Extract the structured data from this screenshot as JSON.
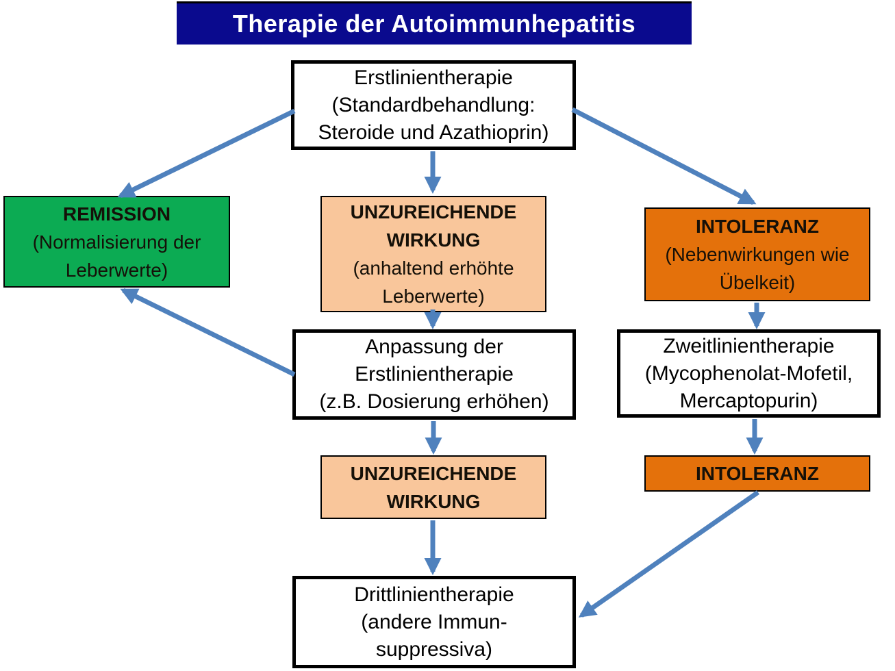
{
  "title": "Therapie der Autoimmunhepatitis",
  "colors": {
    "title_bg": "#0A0A8E",
    "title_text": "#FFFFFF",
    "remission_green": "#0CAB53",
    "insufficient_peach": "#F9C69B",
    "intolerance_orange": "#E4710B",
    "arrow_blue": "#4F81BD",
    "box_border": "#000000"
  },
  "nodes": {
    "first_line_therapy": {
      "lines": [
        "Erstlinientherapie",
        "(Standardbehandlung:",
        "Steroide und Azathioprin)"
      ]
    },
    "remission": {
      "label": "REMISSION",
      "desc_lines": [
        "(Normalisierung der",
        "Leberwerte)"
      ]
    },
    "insufficient_effect_1": {
      "label_lines": [
        "UNZUREICHENDE",
        "WIRKUNG"
      ],
      "desc_lines": [
        "(anhaltend erhöhte",
        "Leberwerte)"
      ]
    },
    "intolerance_1": {
      "label": "INTOLERANZ",
      "desc_lines": [
        "(Nebenwirkungen wie",
        "Übelkeit)"
      ]
    },
    "adjustment_first_line": {
      "lines": [
        "Anpassung der",
        "Erstlinientherapie",
        "(z.B. Dosierung erhöhen)"
      ]
    },
    "second_line_therapy": {
      "lines": [
        "Zweitlinientherapie",
        "(Mycophenolat-Mofetil,",
        "Mercaptopurin)"
      ]
    },
    "insufficient_effect_2": {
      "label_lines": [
        "UNZUREICHENDE",
        "WIRKUNG"
      ]
    },
    "intolerance_2": {
      "label": "INTOLERANZ"
    },
    "third_line_therapy": {
      "lines": [
        "Drittlinientherapie",
        "(andere Immun-",
        "suppressiva)"
      ]
    }
  },
  "edges": [
    {
      "from": "first_line_therapy",
      "to": "remission"
    },
    {
      "from": "first_line_therapy",
      "to": "insufficient_effect_1"
    },
    {
      "from": "first_line_therapy",
      "to": "intolerance_1"
    },
    {
      "from": "insufficient_effect_1",
      "to": "adjustment_first_line"
    },
    {
      "from": "adjustment_first_line",
      "to": "remission"
    },
    {
      "from": "intolerance_1",
      "to": "second_line_therapy"
    },
    {
      "from": "adjustment_first_line",
      "to": "insufficient_effect_2"
    },
    {
      "from": "second_line_therapy",
      "to": "intolerance_2"
    },
    {
      "from": "insufficient_effect_2",
      "to": "third_line_therapy"
    },
    {
      "from": "intolerance_2",
      "to": "third_line_therapy"
    }
  ]
}
